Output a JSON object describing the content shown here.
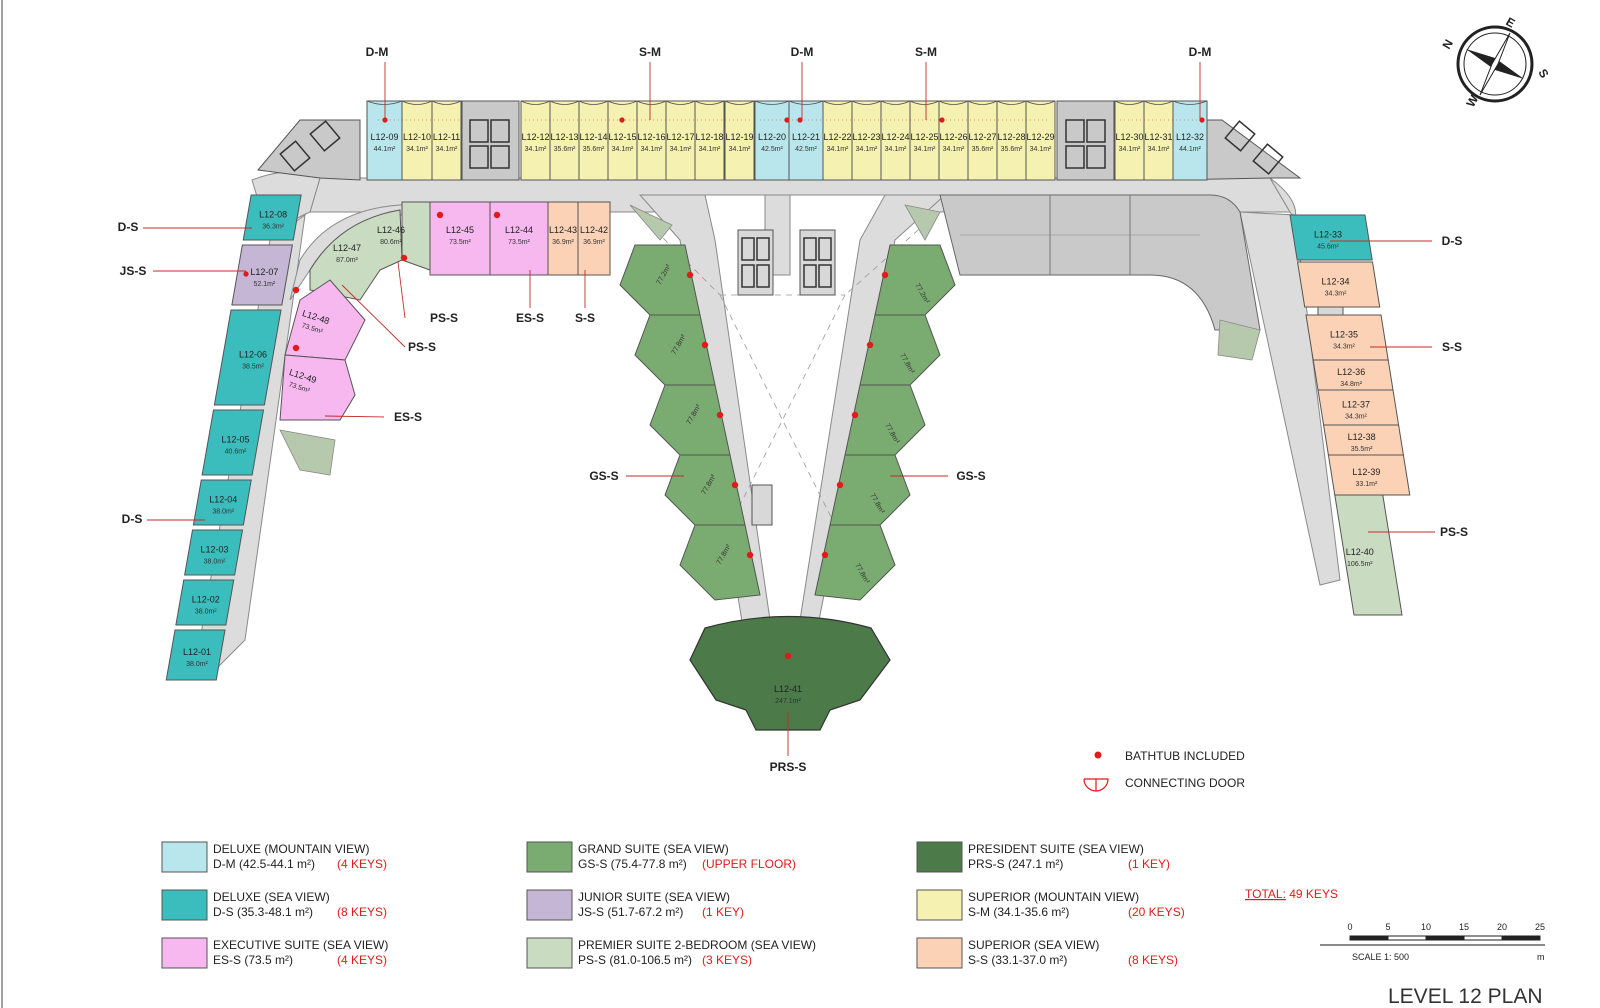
{
  "title": "LEVEL 12 PLAN",
  "colors": {
    "dm": "#b9e6ec",
    "ds": "#3cbdbd",
    "ess": "#f6b8ee",
    "gss": "#7aab70",
    "jss": "#c6b6d6",
    "pss": "#c9dbc0",
    "prs": "#4c7a48",
    "sm": "#f5f1b0",
    "ss": "#fbd2b6",
    "corridor": "#dcdcdc",
    "service": "#c9c9c9",
    "red": "#e01b1b"
  },
  "callouts": [
    {
      "id": "c1",
      "text": "D-M"
    },
    {
      "id": "c2",
      "text": "S-M"
    },
    {
      "id": "c3",
      "text": "D-M"
    },
    {
      "id": "c4",
      "text": "S-M"
    },
    {
      "id": "c5",
      "text": "D-M"
    },
    {
      "id": "c6",
      "text": "D-S"
    },
    {
      "id": "c7",
      "text": "JS-S"
    },
    {
      "id": "c8",
      "text": "PS-S"
    },
    {
      "id": "c9",
      "text": "PS-S"
    },
    {
      "id": "c10",
      "text": "ES-S"
    },
    {
      "id": "c11",
      "text": "S-S"
    },
    {
      "id": "c12",
      "text": "ES-S"
    },
    {
      "id": "c13",
      "text": "D-S"
    },
    {
      "id": "c14",
      "text": "GS-S"
    },
    {
      "id": "c15",
      "text": "GS-S"
    },
    {
      "id": "c16",
      "text": "PRS-S"
    },
    {
      "id": "c17",
      "text": "D-S"
    },
    {
      "id": "c18",
      "text": "S-S"
    },
    {
      "id": "c19",
      "text": "PS-S"
    }
  ],
  "top_rooms": [
    {
      "id": "L12-09",
      "area": "44.1m²",
      "type": "dm"
    },
    {
      "id": "L12-10",
      "area": "34.1m²",
      "type": "sm"
    },
    {
      "id": "L12-11",
      "area": "34.1m²",
      "type": "sm"
    },
    {
      "id": "L12-12",
      "area": "34.1m²",
      "type": "sm"
    },
    {
      "id": "L12-13",
      "area": "35.6m²",
      "type": "sm"
    },
    {
      "id": "L12-14",
      "area": "35.6m²",
      "type": "sm"
    },
    {
      "id": "L12-15",
      "area": "34.1m²",
      "type": "sm"
    },
    {
      "id": "L12-16",
      "area": "34.1m²",
      "type": "sm"
    },
    {
      "id": "L12-17",
      "area": "34.1m²",
      "type": "sm"
    },
    {
      "id": "L12-18",
      "area": "34.1m²",
      "type": "sm"
    },
    {
      "id": "L12-19",
      "area": "34.1m²",
      "type": "sm"
    },
    {
      "id": "L12-20",
      "area": "42.5m²",
      "type": "dm"
    },
    {
      "id": "L12-21",
      "area": "42.5m²",
      "type": "dm"
    },
    {
      "id": "L12-22",
      "area": "34.1m²",
      "type": "sm"
    },
    {
      "id": "L12-23",
      "area": "34.1m²",
      "type": "sm"
    },
    {
      "id": "L12-24",
      "area": "34.1m²",
      "type": "sm"
    },
    {
      "id": "L12-25",
      "area": "34.1m²",
      "type": "sm"
    },
    {
      "id": "L12-26",
      "area": "34.1m²",
      "type": "sm"
    },
    {
      "id": "L12-27",
      "area": "35.6m²",
      "type": "sm"
    },
    {
      "id": "L12-28",
      "area": "35.6m²",
      "type": "sm"
    },
    {
      "id": "L12-29",
      "area": "34.1m²",
      "type": "sm"
    },
    {
      "id": "L12-30",
      "area": "34.1m²",
      "type": "sm"
    },
    {
      "id": "L12-31",
      "area": "34.1m²",
      "type": "sm"
    },
    {
      "id": "L12-32",
      "area": "44.1m²",
      "type": "dm"
    }
  ],
  "inner_rooms": [
    {
      "id": "L12-47",
      "area": "87.0m²",
      "type": "pss"
    },
    {
      "id": "L12-46",
      "area": "80.6m²",
      "type": "pss"
    },
    {
      "id": "L12-45",
      "area": "73.5m²",
      "type": "ess"
    },
    {
      "id": "L12-44",
      "area": "73.5m²",
      "type": "ess"
    },
    {
      "id": "L12-43",
      "area": "36.9m²",
      "type": "ss"
    },
    {
      "id": "L12-42",
      "area": "36.9m²",
      "type": "ss"
    },
    {
      "id": "L12-48",
      "area": "73.5m²",
      "type": "ess"
    },
    {
      "id": "L12-49",
      "area": "73.5m²",
      "type": "ess"
    }
  ],
  "left_rooms": [
    {
      "id": "L12-08",
      "area": "36.3m²",
      "type": "ds"
    },
    {
      "id": "L12-07",
      "area": "52.1m²",
      "type": "jss"
    },
    {
      "id": "L12-06",
      "area": "38.5m²",
      "type": "ds"
    },
    {
      "id": "L12-05",
      "area": "40.6m²",
      "type": "ds"
    },
    {
      "id": "L12-04",
      "area": "38.0m²",
      "type": "ds"
    },
    {
      "id": "L12-03",
      "area": "38.0m²",
      "type": "ds"
    },
    {
      "id": "L12-02",
      "area": "38.0m²",
      "type": "ds"
    },
    {
      "id": "L12-01",
      "area": "38.0m²",
      "type": "ds"
    }
  ],
  "right_rooms": [
    {
      "id": "L12-33",
      "area": "45.6m²",
      "type": "ds"
    },
    {
      "id": "L12-34",
      "area": "34.3m²",
      "type": "ss"
    },
    {
      "id": "L12-35",
      "area": "34.3m²",
      "type": "ss"
    },
    {
      "id": "L12-36",
      "area": "34.8m²",
      "type": "ss"
    },
    {
      "id": "L12-37",
      "area": "34.3m²",
      "type": "ss"
    },
    {
      "id": "L12-38",
      "area": "35.5m²",
      "type": "ss"
    },
    {
      "id": "L12-39",
      "area": "33.1m²",
      "type": "ss"
    },
    {
      "id": "L12-40",
      "area": "106.5m²",
      "type": "pss"
    }
  ],
  "grand_areas": [
    "77.2m²",
    "77.8m²",
    "77.8m²",
    "77.8m²",
    "77.8m²"
  ],
  "president": {
    "id": "L12-41",
    "area": "247.1m²"
  },
  "compass": {
    "n": "N",
    "e": "E",
    "s": "S",
    "w": "W"
  },
  "markers": {
    "bathtub": "BATHTUB INCLUDED",
    "door": "CONNECTING DOOR"
  },
  "legend": [
    {
      "id": "dm",
      "color": "#b9e6ec",
      "title": "DELUXE (MOUNTAIN VIEW)",
      "spec": "D-M (42.5-44.1 m²)",
      "keys": "(4 KEYS)"
    },
    {
      "id": "ds",
      "color": "#3cbdbd",
      "title": "DELUXE (SEA VIEW)",
      "spec": "D-S (35.3-48.1 m²)",
      "keys": "(8 KEYS)"
    },
    {
      "id": "ess",
      "color": "#f6b8ee",
      "title": "EXECUTIVE SUITE (SEA VIEW)",
      "spec": "ES-S (73.5 m²)",
      "keys": "(4 KEYS)"
    },
    {
      "id": "gss",
      "color": "#7aab70",
      "title": "GRAND SUITE (SEA VIEW)",
      "spec": "GS-S (75.4-77.8 m²)",
      "keys": "(UPPER FLOOR)"
    },
    {
      "id": "jss",
      "color": "#c6b6d6",
      "title": "JUNIOR SUITE (SEA VIEW)",
      "spec": "JS-S (51.7-67.2 m²)",
      "keys": "(1 KEY)"
    },
    {
      "id": "pss",
      "color": "#c9dbc0",
      "title": "PREMIER SUITE 2-BEDROOM (SEA VIEW)",
      "spec": "PS-S (81.0-106.5 m²)",
      "keys": "(3 KEYS)"
    },
    {
      "id": "prs",
      "color": "#4c7a48",
      "title": "PRESIDENT SUITE (SEA VIEW)",
      "spec": "PRS-S (247.1 m²)",
      "keys": "(1 KEY)"
    },
    {
      "id": "sm",
      "color": "#f5f1b0",
      "title": "SUPERIOR (MOUNTAIN VIEW)",
      "spec": "S-M (34.1-35.6 m²)",
      "keys": "(20 KEYS)"
    },
    {
      "id": "ss",
      "color": "#fbd2b6",
      "title": "SUPERIOR (SEA VIEW)",
      "spec": "S-S (33.1-37.0 m²)",
      "keys": "(8 KEYS)"
    }
  ],
  "total": {
    "label": "TOTAL:",
    "value": "49 KEYS"
  },
  "scale": {
    "ticks": [
      "0",
      "5",
      "10",
      "15",
      "20",
      "25"
    ],
    "unit": "m",
    "text": "SCALE 1:  500"
  }
}
